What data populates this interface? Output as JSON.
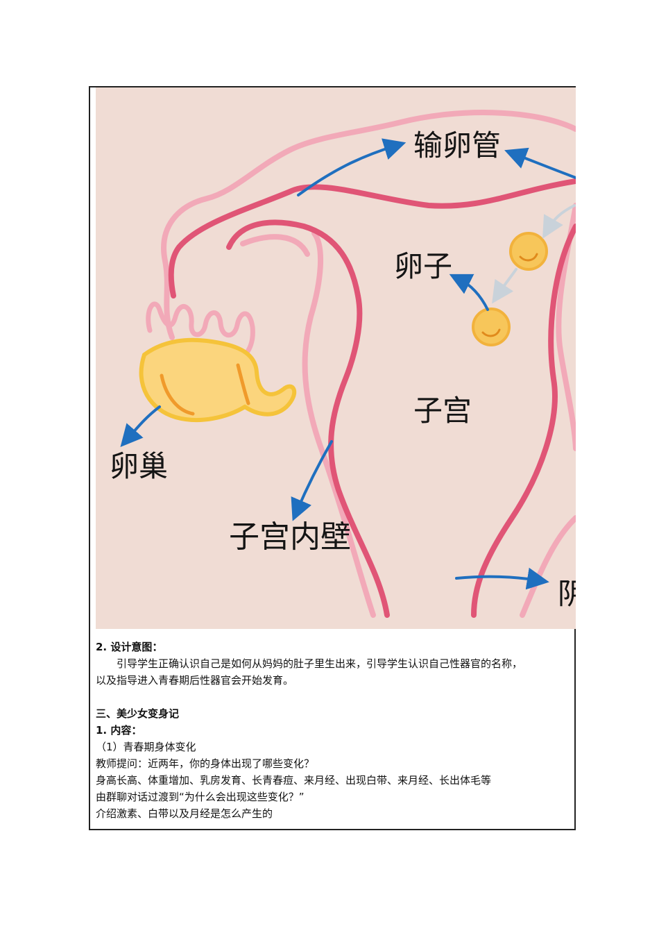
{
  "figure": {
    "labels": {
      "fallopian_tube": "输卵管",
      "egg": "卵子",
      "uterus": "子宫",
      "ovary": "卵巢",
      "endometrium": "子宫内壁",
      "vagina_partial": "阴"
    },
    "colors": {
      "background": "#f0dcd4",
      "wall_dark": "#e05576",
      "wall_light": "#f2a9b8",
      "ovary_fill": "#fbd57d",
      "ovary_edge": "#f5c33a",
      "egg_fill": "#f7c65a",
      "arrow": "#1f6fbf"
    }
  },
  "section2": {
    "heading": "2. 设计意图：",
    "para_line1": "引导学生正确认识自己是如何从妈妈的肚子里生出来，引导学生认识自己性器官的名称，",
    "para_line2": "以及指导进入青春期后性器官会开始发育。"
  },
  "section3": {
    "heading": "三、美少女变身记",
    "sub_heading": "1. 内容：",
    "lines": [
      "（1）青春期身体变化",
      "教师提问：近两年，你的身体出现了哪些变化？",
      "身高长高、体重增加、乳房发育、长青春痘、来月经、出现白带、来月经、长出体毛等",
      "由群聊对话过渡到“为什么会出现这些变化？”",
      "介绍激素、白带以及月经是怎么产生的"
    ]
  }
}
